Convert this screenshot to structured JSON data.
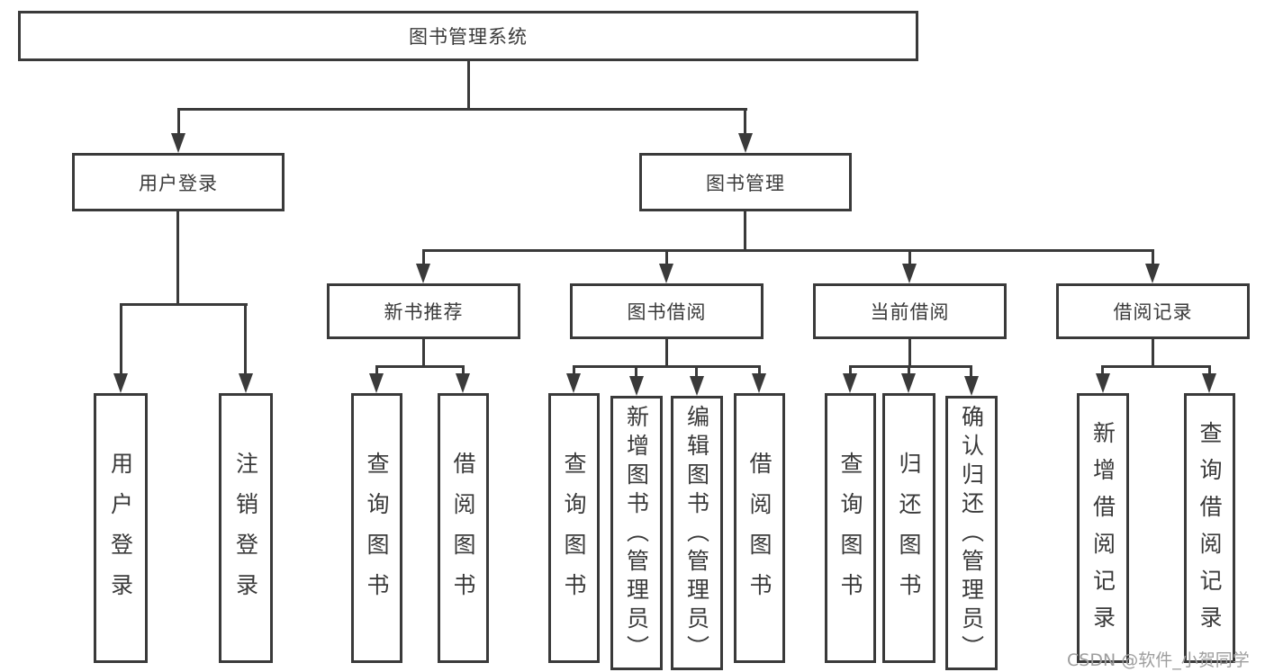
{
  "diagram": {
    "title": "图书管理系统",
    "colors": {
      "line": "#3a3a3a",
      "text": "#3a3a3a",
      "background": "#ffffff",
      "watermark": "#9e9e9e"
    },
    "nodes": [
      {
        "id": "root",
        "label": "图书管理系统",
        "parent": null
      },
      {
        "id": "user-login",
        "label": "用户登录",
        "parent": "root"
      },
      {
        "id": "book-mgmt",
        "label": "图书管理",
        "parent": "root"
      },
      {
        "id": "user-login-leaf",
        "label": "用户登录",
        "parent": "user-login"
      },
      {
        "id": "logout-leaf",
        "label": "注销登录",
        "parent": "user-login"
      },
      {
        "id": "new-book-rec",
        "label": "新书推荐",
        "parent": "book-mgmt"
      },
      {
        "id": "book-borrow",
        "label": "图书借阅",
        "parent": "book-mgmt"
      },
      {
        "id": "current-borrow",
        "label": "当前借阅",
        "parent": "book-mgmt"
      },
      {
        "id": "borrow-records",
        "label": "借阅记录",
        "parent": "book-mgmt"
      },
      {
        "id": "query-books-1",
        "label": "查询图书",
        "parent": "new-book-rec"
      },
      {
        "id": "borrow-books-1",
        "label": "借阅图书",
        "parent": "new-book-rec"
      },
      {
        "id": "query-books-2",
        "label": "查询图书",
        "parent": "book-borrow"
      },
      {
        "id": "add-books",
        "label": "新增图书（管理员）",
        "parent": "book-borrow"
      },
      {
        "id": "edit-books",
        "label": "编辑图书（管理员）",
        "parent": "book-borrow"
      },
      {
        "id": "borrow-books-2",
        "label": "借阅图书",
        "parent": "book-borrow"
      },
      {
        "id": "query-books-3",
        "label": "查询图书",
        "parent": "current-borrow"
      },
      {
        "id": "return-books",
        "label": "归还图书",
        "parent": "current-borrow"
      },
      {
        "id": "confirm-return",
        "label": "确认归还（管理员）",
        "parent": "current-borrow"
      },
      {
        "id": "add-borrow-record",
        "label": "新增借阅记录",
        "parent": "borrow-records"
      },
      {
        "id": "query-borrow-record",
        "label": "查询借阅记录",
        "parent": "borrow-records"
      }
    ],
    "watermark": "CSDN @软件_小贺同学"
  }
}
